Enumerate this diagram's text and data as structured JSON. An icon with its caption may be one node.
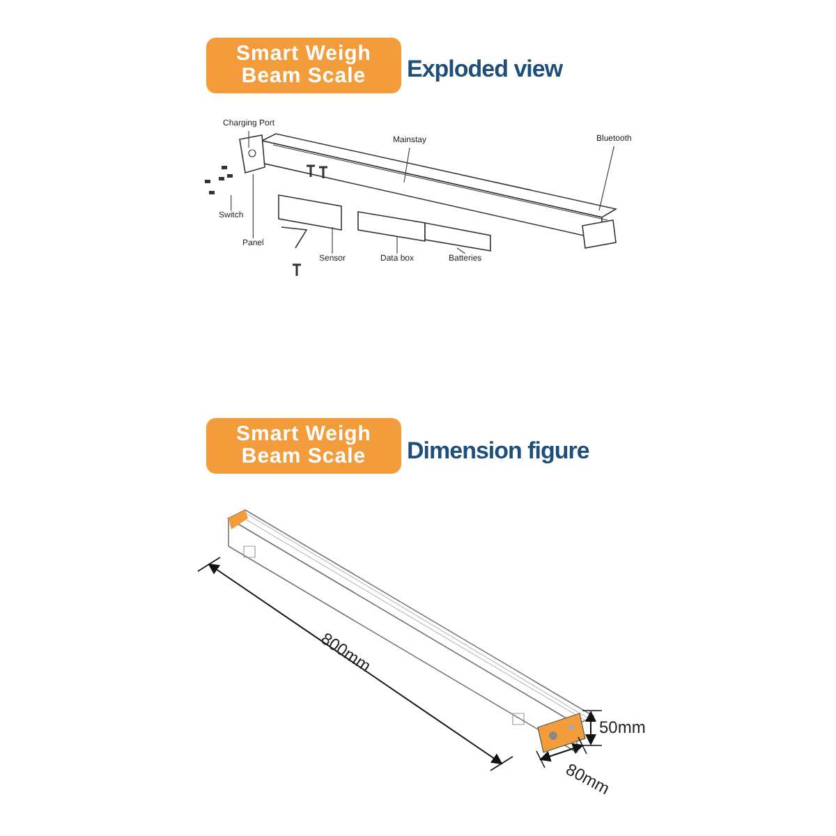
{
  "diagram": {
    "nodes": [
      {
        "text": [
          "Smart Weigh Beam Scale"
        ],
        "beside": [
          "Exploded view"
        ]
      },
      {
        "text": [
          "Charging Port"
        ]
      },
      {
        "text": [
          "Mainstay"
        ]
      },
      {
        "text": [
          "Bluetooth"
        ]
      },
      {
        "text": [
          "Switch"
        ]
      },
      {
        "text": [
          "Panel"
        ]
      },
      {
        "text": [
          "Sensor"
        ]
      },
      {
        "text": [
          "Data box"
        ]
      },
      {
        "text": [
          "Batteries"
        ]
      },
      {
        "text": [
          "Smart Weigh Beam Scale"
        ],
        "beside": [
          "Dimension figure"
        ]
      }
    ],
    "edges": [
      {
        "from": 1,
        "to": null,
        "arrow": "none"
      },
      {
        "from": 2,
        "to": null,
        "arrow": "none"
      },
      {
        "from": 3,
        "to": null,
        "arrow": "none"
      },
      {
        "from": 4,
        "to": null,
        "arrow": "none"
      },
      {
        "from": 5,
        "to": null,
        "arrow": "none"
      },
      {
        "from": 6,
        "to": null,
        "arrow": "none"
      },
      {
        "from": 7,
        "to": null,
        "arrow": "none"
      },
      {
        "from": 8,
        "to": null,
        "arrow": "none"
      }
    ],
    "labels": [
      "800mm",
      "50mm",
      "80mm"
    ]
  }
}
